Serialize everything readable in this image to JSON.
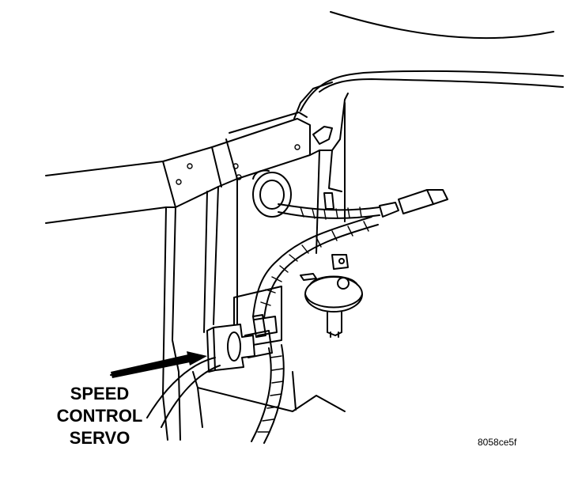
{
  "callout": {
    "line1": "SPEED",
    "line2": "CONTROL",
    "line3": "SERVO"
  },
  "figure_code": "8058ce5f",
  "colors": {
    "ink": "#000000",
    "paper": "#ffffff"
  }
}
